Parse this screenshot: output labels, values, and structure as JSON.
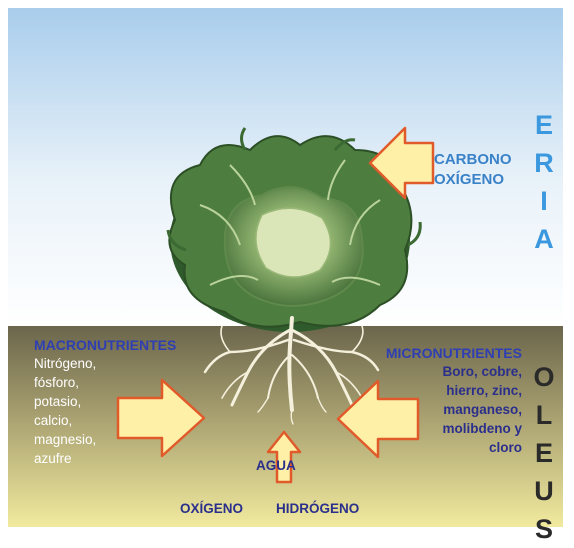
{
  "air": {
    "label": [
      "A",
      "I",
      "R",
      "E"
    ],
    "nutrients": [
      "CARBONO",
      "OXÍGENO"
    ]
  },
  "soil": {
    "label": [
      "S",
      "U",
      "E",
      "L",
      "O"
    ],
    "macronutrients": {
      "title": "MACRONUTRIENTES",
      "items": [
        "Nitrógeno,",
        "fósforo,",
        "potasio,",
        "calcio,",
        "magnesio,",
        "azufre"
      ]
    },
    "micronutrients": {
      "title": "MICRONUTRIENTES",
      "items": [
        "Boro, cobre,",
        "hierro, zinc,",
        "manganeso,",
        "molibdeno y",
        "cloro"
      ]
    },
    "water": "AGUA",
    "bottom": [
      "OXÍGENO",
      "HIDRÓGENO"
    ]
  },
  "colors": {
    "sky_top": "#a8cdec",
    "sky_bottom": "#ffffff",
    "soil_top": "#6e6a50",
    "soil_bottom": "#efe8a0",
    "arrow_fill": "#fff0a8",
    "arrow_stroke": "#e15a2a",
    "air_label": "#3b98df"
  }
}
